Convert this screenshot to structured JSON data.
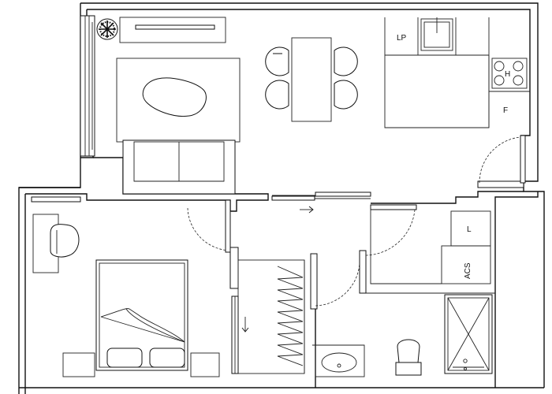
{
  "labels": {
    "lp": "LP",
    "h": "H",
    "f": "F",
    "l": "L",
    "acs": "ACS"
  }
}
